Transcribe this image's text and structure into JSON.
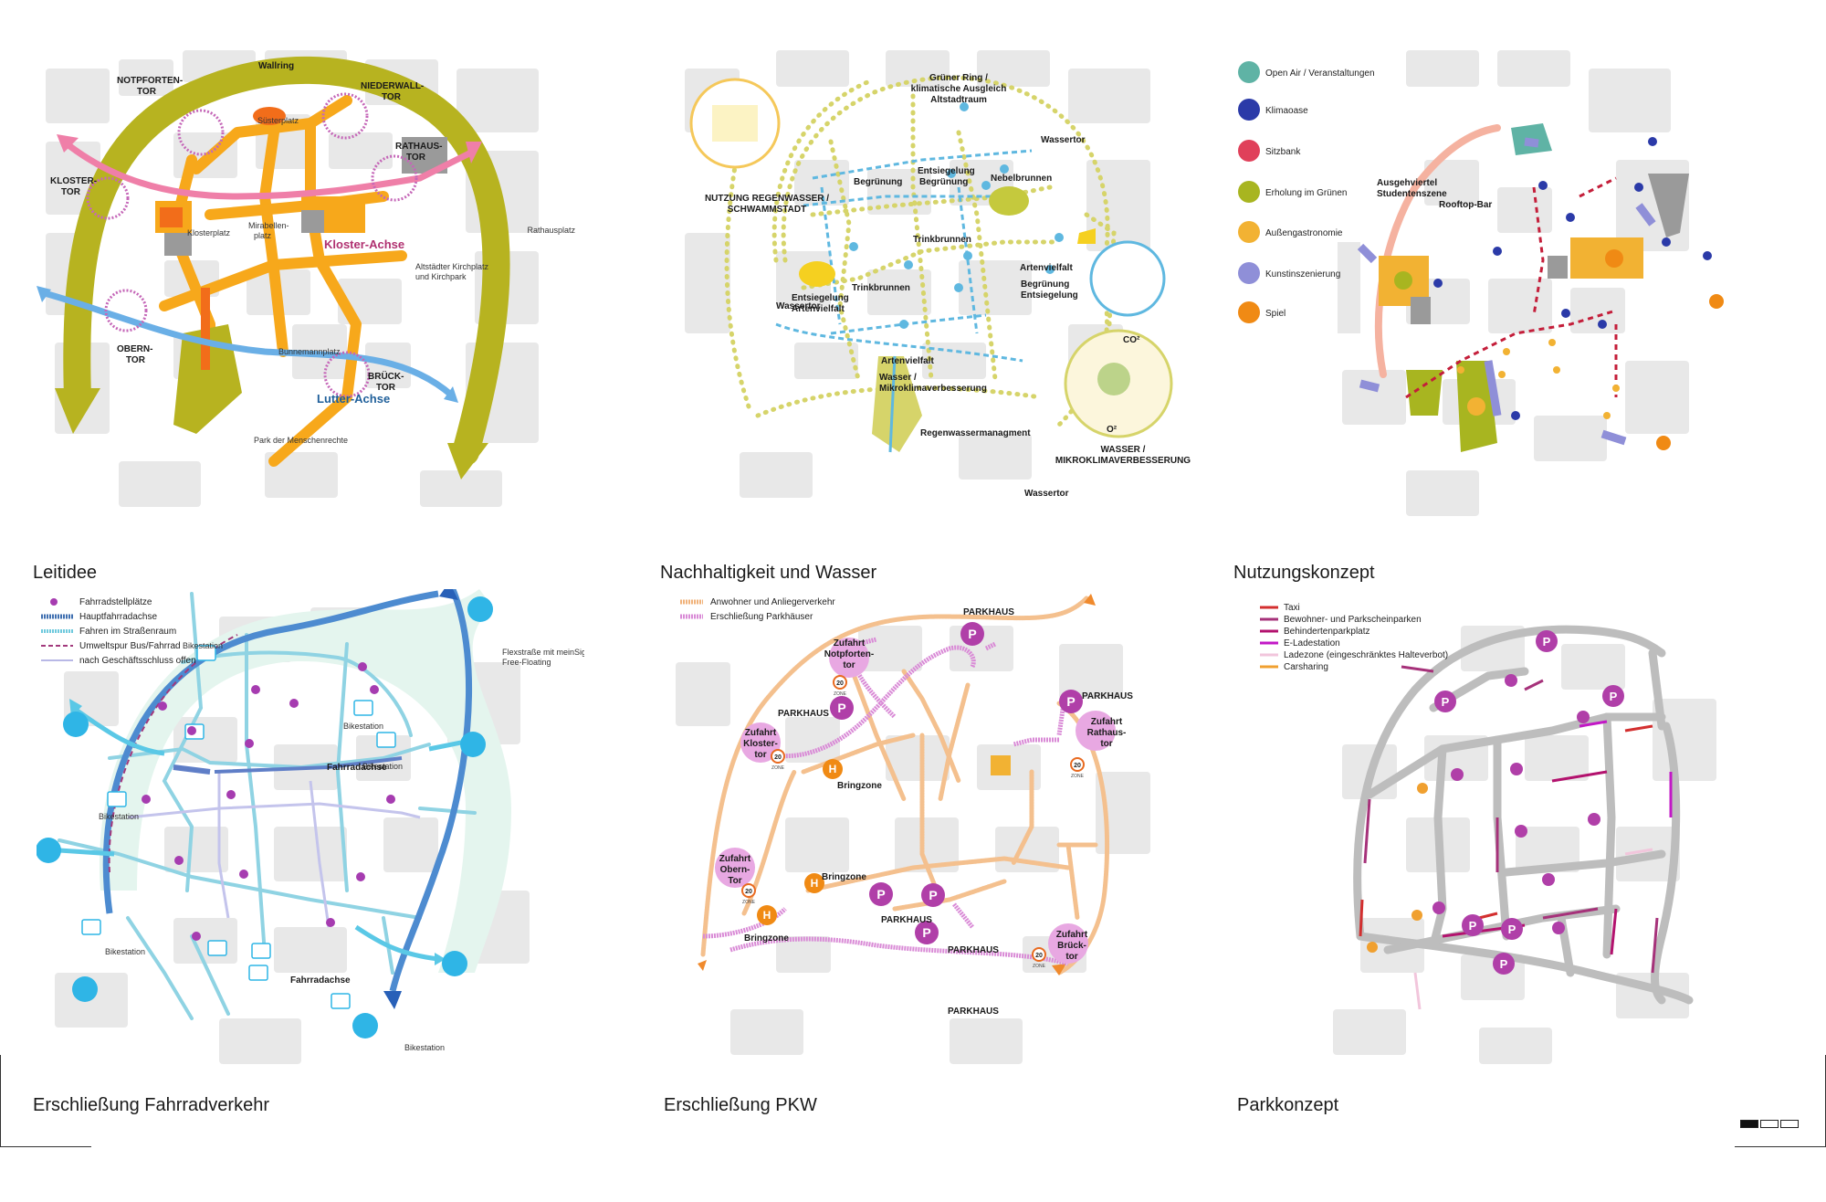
{
  "panels": {
    "leitidee": {
      "title": "Leitidee",
      "labels": {
        "wallring": "Wallring",
        "notpforten": [
          "NOTPFORTEN-",
          "TOR"
        ],
        "niederwall": [
          "NIEDERWALL-",
          "TOR"
        ],
        "rathaus": [
          "RATHAUS-",
          "TOR"
        ],
        "kloster": [
          "KLOSTER-",
          "TOR"
        ],
        "obern": [
          "OBERN-",
          "TOR"
        ],
        "brueck": [
          "BRÜCK-",
          "TOR"
        ],
        "suesterplatz": "Süsterplatz",
        "klosterplatz": "Klosterplatz",
        "mirabellen": [
          "Mirabellen-",
          "platz"
        ],
        "kloster_achse": "Kloster-Achse",
        "rathausplatz": "Rathausplatz",
        "altstaedter": [
          "Altstädter Kirchplatz",
          "und Kirchpark"
        ],
        "bunnemann": "Bunnemannplatz",
        "lutter_achse": "Lutter-Achse",
        "park": "Park der Menschenrechte"
      }
    },
    "nachhaltigkeit": {
      "title": "Nachhaltigkeit und Wasser",
      "labels": {
        "gruener_ring": [
          "Grüner Ring /",
          "klimatische Ausgleich",
          "Altstadtraum"
        ],
        "wassertor": "Wassertor",
        "regenwasser": [
          "NUTZUNG REGENWASSER /",
          "SCHWAMMSTADT"
        ],
        "begruenung": "Begrünung",
        "entsiegelung_begruenung": [
          "Entsiegelung",
          "Begrünung"
        ],
        "nebelbrunnen": "Nebelbrunnen",
        "trinkbrunnen": "Trinkbrunnen",
        "artenvielfalt": "Artenvielfalt",
        "begruenung_entsiegelung": [
          "Begrünung",
          "Entsiegelung"
        ],
        "entsiegelung_arten": [
          "Entsiegelung",
          "Artenvielfalt"
        ],
        "wasser_mikro": [
          "Wasser /",
          "Mikroklimaverbesserung"
        ],
        "regenwassermanagment": "Regenwassermanagment",
        "co2": "CO²",
        "o2": "O²",
        "wasser_mikro_caps": [
          "WASSER /",
          "MIKROKLIMAVERBESSERUNG"
        ]
      }
    },
    "nutzungskonzept": {
      "title": "Nutzungskonzept",
      "legend": [
        {
          "label": "Open Air / Veranstaltungen",
          "color": "#5fb3a5"
        },
        {
          "label": "Klimaoase",
          "color": "#2b3aa8"
        },
        {
          "label": "Sitzbank",
          "color": "#e0405a"
        },
        {
          "label": "Erholung im Grünen",
          "color": "#a8b520"
        },
        {
          "label": "Außengastronomie",
          "color": "#f2b233"
        },
        {
          "label": "Kunstinszenierung",
          "color": "#8f8fd8"
        },
        {
          "label": "Spiel",
          "color": "#f08a14"
        }
      ],
      "labels": {
        "ausgehviertel": [
          "Ausgehviertel",
          "Studentenszene"
        ],
        "rooftop": "Rooftop-Bar"
      }
    },
    "fahrrad": {
      "title": "Erschließung Fahrradverkehr",
      "legend": [
        {
          "label": "Fahrradstellplätze",
          "color": "#a63cb0"
        },
        {
          "label": "Hauptfahrradachse",
          "color": "#3f6fb0"
        },
        {
          "label": "Fahren im Straßenraum",
          "color": "#6fc9dd"
        },
        {
          "label": "Umweltspur Bus/Fahrrad",
          "color": "#a2397c"
        },
        {
          "label": "nach Geschäftsschluss offen",
          "color": "#b8b8e6"
        }
      ],
      "labels": {
        "bikestation": "Bikestation",
        "fahrradachse": "Fahrradachse",
        "flexstrasse": [
          "Flexstraße mit meinSiggi /",
          "Free-Floating"
        ]
      }
    },
    "pkw": {
      "title": "Erschließung PKW",
      "legend": [
        {
          "label": "Anwohner und Anliegerverkehr",
          "color": "#f0b27a"
        },
        {
          "label": "Erschließung Parkhäuser",
          "color": "#d98ad6"
        }
      ],
      "labels": {
        "parkhaus": "PARKHAUS",
        "zufahrt_notpforten": [
          "Zufahrt",
          "Notpforten-",
          "tor"
        ],
        "zufahrt_kloster": [
          "Zufahrt",
          "Kloster-",
          "tor"
        ],
        "zufahrt_rathaus": [
          "Zufahrt",
          "Rathaus-",
          "tor"
        ],
        "zufahrt_obern": [
          "Zufahrt",
          "Obern-",
          "Tor"
        ],
        "zufahrt_brueck": [
          "Zufahrt",
          "Brück-",
          "tor"
        ],
        "bringzone": "Bringzone",
        "zone20": "20",
        "zone_txt": "ZONE",
        "p": "P",
        "h": "H"
      }
    },
    "parkkonzept": {
      "title": "Parkkonzept",
      "legend": [
        {
          "label": "Taxi",
          "color": "#d32f2f"
        },
        {
          "label": "Bewohner- und Parkscheinparken",
          "color": "#a6327a"
        },
        {
          "label": "Behindertenparkplatz",
          "color": "#b3126e"
        },
        {
          "label": "E-Ladestation",
          "color": "#c218c6"
        },
        {
          "label": "Ladezone (eingeschränktes Halteverbot)",
          "color": "#f2c6dc"
        },
        {
          "label": "Carsharing",
          "color": "#f0a030"
        }
      ]
    }
  },
  "colors": {
    "block": "#e8e8e8",
    "olive": "#b7b320",
    "orange": "#f7a81b",
    "pink": "#ef7fa8",
    "blue": "#6aafe6",
    "lemon": "#e6e06a",
    "magenta": "#b03fa8"
  }
}
